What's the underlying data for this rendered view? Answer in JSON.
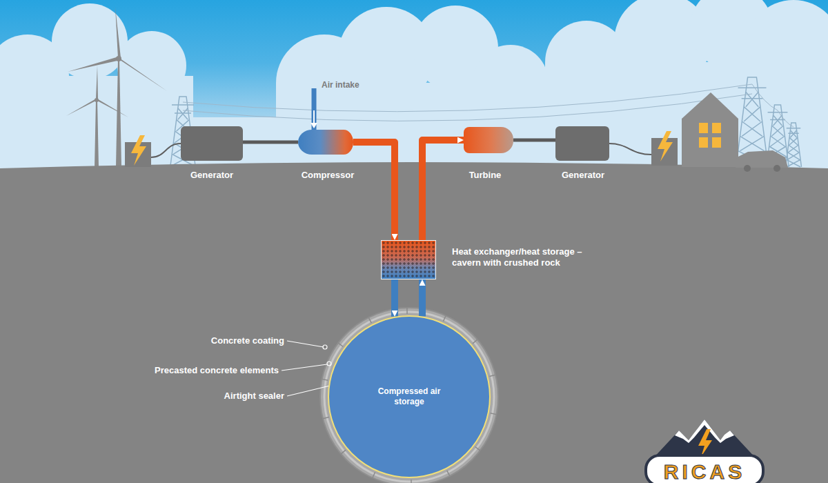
{
  "diagram": {
    "nodes": [
      {
        "text": [
          "Generator"
        ]
      },
      {
        "text": [
          "Compressor"
        ]
      },
      {
        "text": [
          "Turbine"
        ]
      },
      {
        "text": [
          "Generator"
        ]
      },
      {
        "text": [
          "Heat exchanger/heat storage – cavern with crushed rock"
        ]
      },
      {
        "text": [
          "Compressed air storage"
        ]
      }
    ],
    "edges": [
      {
        "from": 0,
        "to": 1,
        "arrow": "none"
      },
      {
        "from": 1,
        "to": 4,
        "arrow": "to"
      },
      {
        "from": 4,
        "to": 5,
        "arrow": "to"
      },
      {
        "from": 5,
        "to": 4,
        "arrow": "to"
      },
      {
        "from": 4,
        "to": 2,
        "arrow": "to"
      },
      {
        "from": 2,
        "to": 3,
        "arrow": "none"
      }
    ],
    "labels": [
      "Air intake",
      "Concrete coating",
      "Precasted concrete elements",
      "Airtight sealer",
      "RICAS"
    ]
  }
}
